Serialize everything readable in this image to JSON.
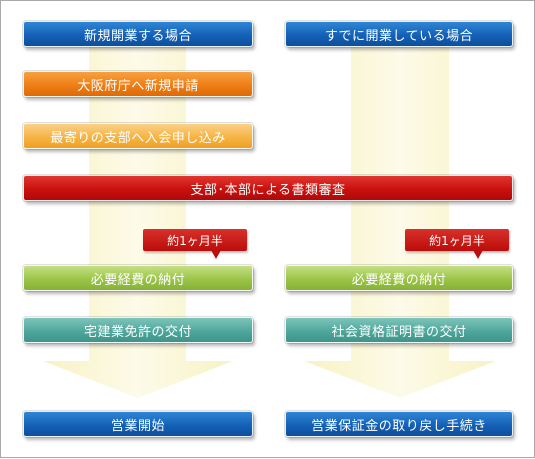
{
  "left_flow": {
    "start": "新規開業する場合",
    "step_apply": "大阪府庁へ新規申請",
    "step_join": "最寄りの支部へ入会申し込み",
    "step_fees": "必要経費の納付",
    "step_license": "宅建業免許の交付",
    "end": "営業開始",
    "duration_badge": "約1ヶ月半"
  },
  "right_flow": {
    "start": "すでに開業している場合",
    "step_fees": "必要経費の納付",
    "step_certificate": "社会資格証明書の交付",
    "end": "営業保証金の取り戻し手続き",
    "duration_badge": "約1ヶ月半"
  },
  "shared": {
    "review": "支部･本部による書類審査"
  },
  "colors": {
    "blue": "#1461b6",
    "orange": "#ef7f16",
    "yellow": "#f6b445",
    "red": "#c9110d",
    "green": "#9cc448",
    "teal": "#4fa79c",
    "arrow_fill": "#fbf8dc"
  }
}
